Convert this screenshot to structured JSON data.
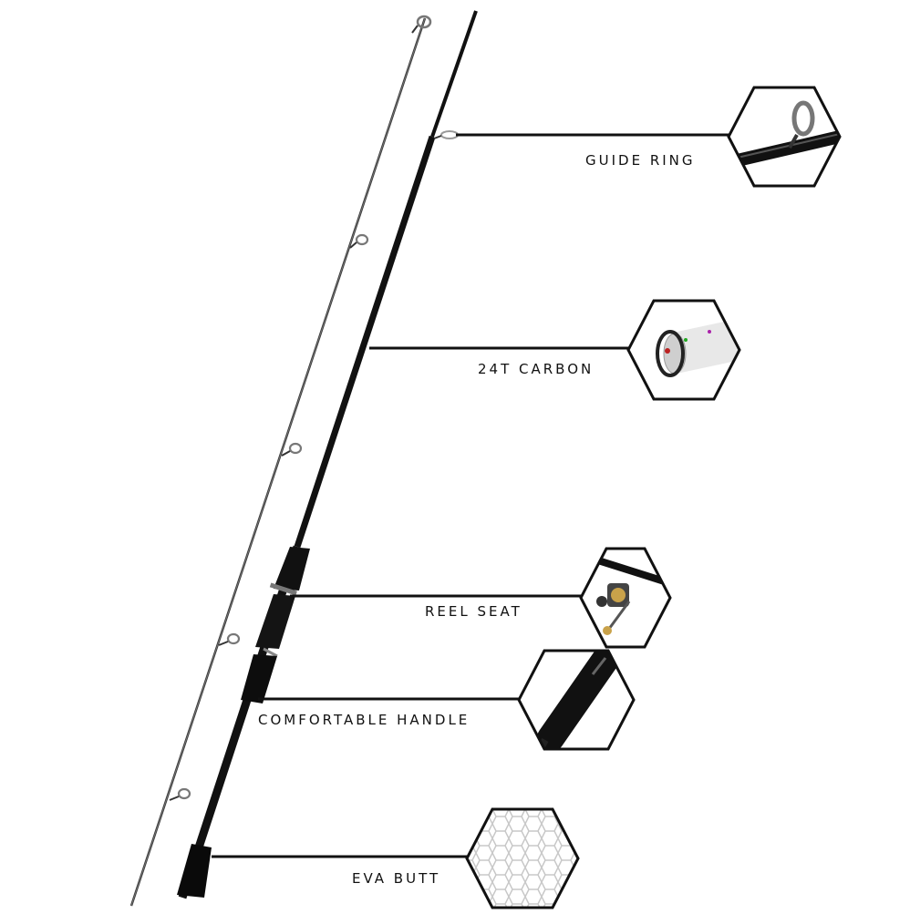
{
  "diagram": {
    "features": [
      {
        "id": "guide-ring",
        "label": "GUIDE RING",
        "thumb_icon": "guide-ring-closeup-icon"
      },
      {
        "id": "carbon",
        "label": "24T CARBON",
        "thumb_icon": "carbon-layers-closeup-icon"
      },
      {
        "id": "reel-seat",
        "label": "REEL SEAT",
        "thumb_icon": "spinning-reel-closeup-icon"
      },
      {
        "id": "handle",
        "label": "COMFORTABLE HANDLE",
        "thumb_icon": "handle-grip-closeup-icon"
      },
      {
        "id": "butt",
        "label": "EVA BUTT",
        "thumb_icon": "eva-mesh-closeup-icon"
      }
    ],
    "colors": {
      "rod": "#111111",
      "rod_thin": "#333333",
      "guide_ring": "#888888",
      "leader_line": "#111111",
      "background": "#ffffff"
    }
  }
}
